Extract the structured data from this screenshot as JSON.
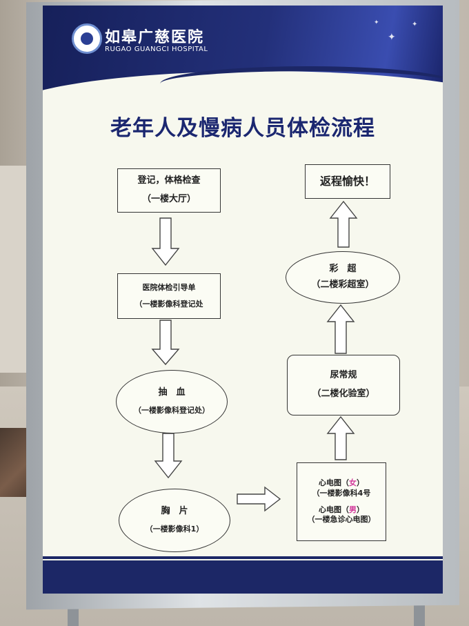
{
  "hospital": {
    "name": "如皋广慈医院",
    "name_en": "RUGAO GUANGCI HOSPITAL"
  },
  "title": "老年人及慢病人员体检流程",
  "steps": {
    "register": {
      "line1": "登记，体格检查",
      "line2": "（一楼大厅）"
    },
    "guide": {
      "line1": "医院体检引导单",
      "line2": "（一楼影像科登记处"
    },
    "blood": {
      "line1": "抽　血",
      "line2": "（一楼影像科登记处）"
    },
    "chest": {
      "line1": "胸　片",
      "line2": "（一楼影像科1）"
    },
    "ecg": {
      "female_label": "心电图",
      "female_mark": "女",
      "female_loc": "（一楼影像科4号",
      "male_label": "心电图",
      "male_mark": "男",
      "male_loc": "（一楼急诊心电图）"
    },
    "urine": {
      "line1": "尿常规",
      "line2": "（二楼化验室）"
    },
    "ultrasound": {
      "line1": "彩　超",
      "line2": "（二楼彩超室）"
    },
    "return": {
      "line1": "返程愉快！"
    }
  }
}
